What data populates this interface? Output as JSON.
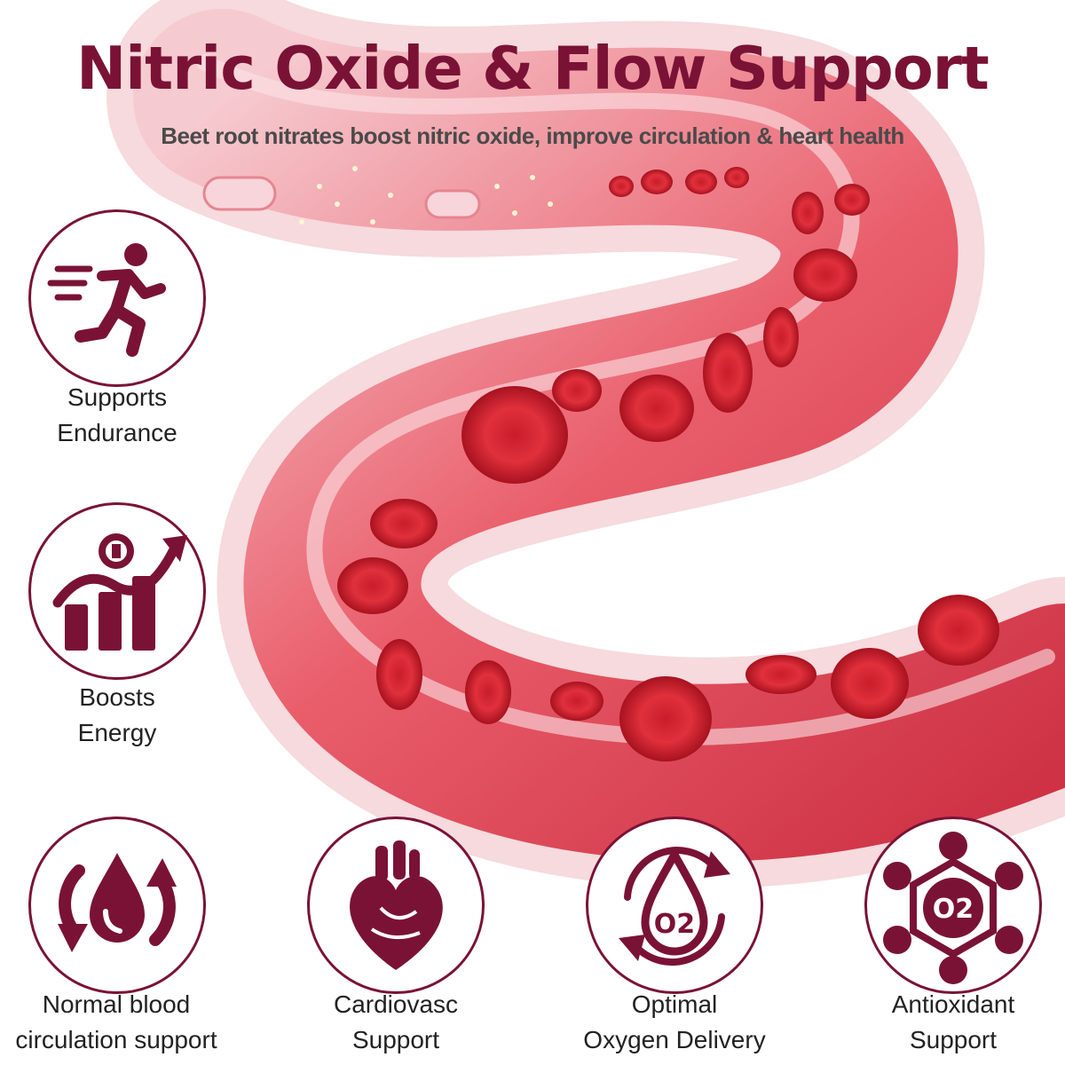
{
  "header": {
    "title": "Nitric Oxide & Flow Support",
    "subtitle": "Beet root nitrates boost nitric oxide, improve circulation & heart health"
  },
  "badges": [
    {
      "icon": "runner-icon",
      "line1": "Supports",
      "line2": "Endurance"
    },
    {
      "icon": "energy-growth-icon",
      "line1": "Boosts",
      "line2": "Energy"
    },
    {
      "icon": "blood-drop-circulation-icon",
      "line1": "Normal blood",
      "line2": "circulation support"
    },
    {
      "icon": "heart-icon",
      "line1": "Cardiovasc",
      "line2": "Support"
    },
    {
      "icon": "oxygen-drop-icon",
      "line1": "Optimal",
      "line2": "Oxygen Delivery",
      "symbol": "O2"
    },
    {
      "icon": "molecule-icon",
      "line1": "Antioxidant",
      "line2": "Support",
      "symbol": "O2"
    }
  ],
  "colors": {
    "brand": "#7a1236",
    "text": "#222222",
    "subtitle": "#4a4a4a",
    "vessel": "#e0374a"
  }
}
